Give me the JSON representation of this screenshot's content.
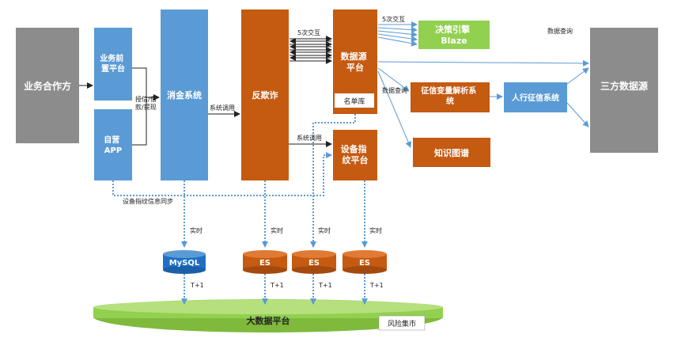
{
  "nodes": {
    "business_partner": "业务合作方",
    "front_platform": [
      "业务前",
      "置平台"
    ],
    "self_app": [
      "自营",
      "APP"
    ],
    "consumer_finance": "消金系统",
    "anti_fraud": "反欺诈",
    "data_source": [
      "数据源",
      "平台"
    ],
    "blacklist": "名单库",
    "decision_engine": [
      "决策引擎",
      "Blaze"
    ],
    "credit_var": [
      "征信变量解析系",
      "统"
    ],
    "pboc_credit": "人行征信系统",
    "knowledge_graph": "知识图谱",
    "device_fp": [
      "设备指",
      "纹平台"
    ],
    "third_party": "三方数据源",
    "mysql": "MySQL",
    "es": "ES",
    "big_data": "大数据平台",
    "risk_mart": "风险集市"
  },
  "labels": {
    "credit_apply": [
      "授信/借",
      "款/提现"
    ],
    "system_call": "系统调用",
    "five_interactions": "5次交互",
    "data_query": "数据查询",
    "device_sync": "设备指纹信息同步",
    "realtime": "实时",
    "t_plus_1": "T+1"
  },
  "colors": {
    "gray": "#8c8c8c",
    "blue": "#5b9bd5",
    "orange": "#c55a11",
    "green": "#92d050",
    "mysql_blue": "#1f6fc5",
    "line_blue": "#5b9bd5"
  }
}
